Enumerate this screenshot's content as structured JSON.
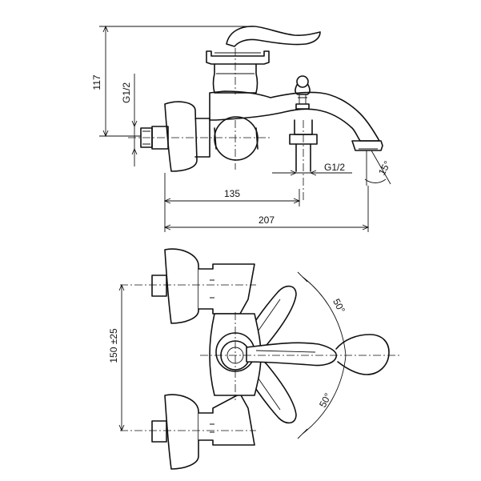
{
  "dimensions": {
    "height_117": "117",
    "thread_left": "G1/2",
    "thread_right": "G1/2",
    "angle_15": "15°",
    "length_135": "135",
    "length_207": "207",
    "spacing_150": "150 ±25",
    "swing_upper": "50°",
    "swing_lower": "50°"
  }
}
